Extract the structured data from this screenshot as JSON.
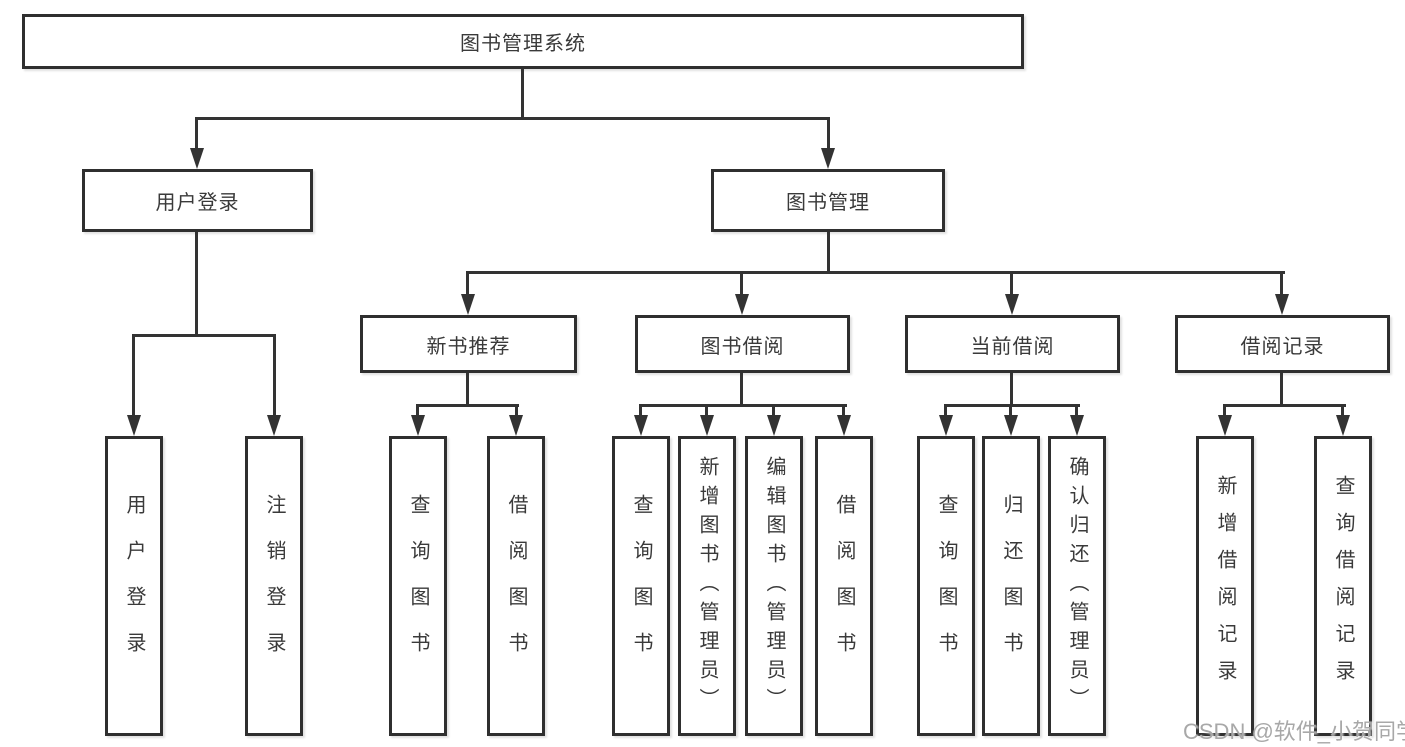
{
  "diagram": {
    "root": {
      "label": "图书管理系统"
    },
    "level1": [
      {
        "label": "用户登录"
      },
      {
        "label": "图书管理"
      }
    ],
    "level2": [
      {
        "label": "新书推荐"
      },
      {
        "label": "图书借阅"
      },
      {
        "label": "当前借阅"
      },
      {
        "label": "借阅记录"
      }
    ],
    "leaves": {
      "user_login": [
        "用户登录",
        "注销登录"
      ],
      "new_book_recommend": [
        "查询图书",
        "借阅图书"
      ],
      "book_borrow": [
        "查询图书",
        "新增图书（管理员）",
        "编辑图书（管理员）",
        "借阅图书"
      ],
      "current_borrow": [
        "查询图书",
        "归还图书",
        "确认归还（管理员）"
      ],
      "borrow_records": [
        "新增借阅记录",
        "查询借阅记录"
      ]
    }
  },
  "watermark": {
    "text": "CSDN @软件_小贺同学"
  },
  "colors": {
    "line": "#333333",
    "border": "#2f2f2f",
    "text": "#3a3a3a",
    "watermark": "#a8a8a8",
    "background": "#ffffff"
  }
}
